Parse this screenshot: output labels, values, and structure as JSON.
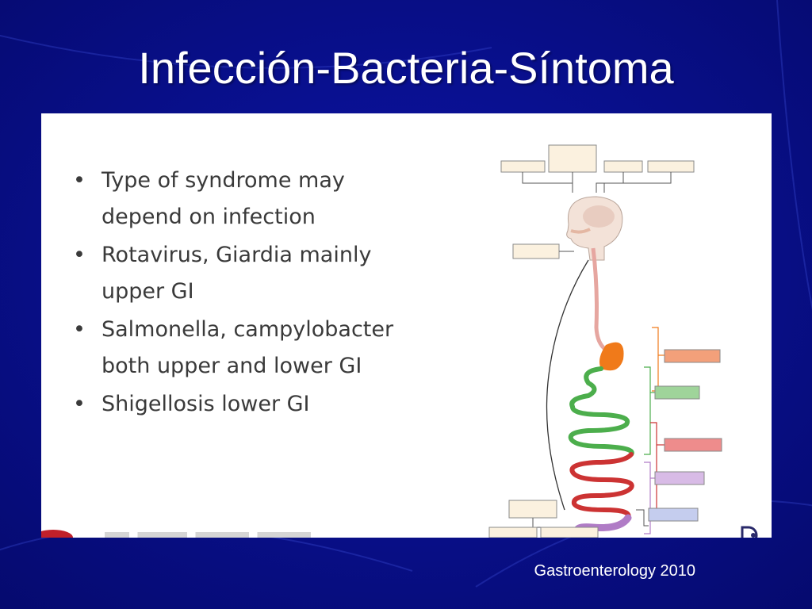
{
  "slide": {
    "title": "Infección-Bacteria-Síntoma",
    "source": "Gastroenterology 2010"
  },
  "bullets": [
    "Type of syndrome may depend on infection",
    "Rotavirus, Giardia mainly upper GI",
    "Salmonella, campylobacter both upper and lower GI",
    "Shigellosis lower GI"
  ],
  "colors": {
    "background": "#0a0f8a",
    "panel": "#ffffff",
    "text": "#3a3a3a",
    "stomach": "#f07a1a",
    "upper_intestine": "#4cae4c",
    "middle_intestine": "#cc3333",
    "colon": "#b07cc6"
  }
}
